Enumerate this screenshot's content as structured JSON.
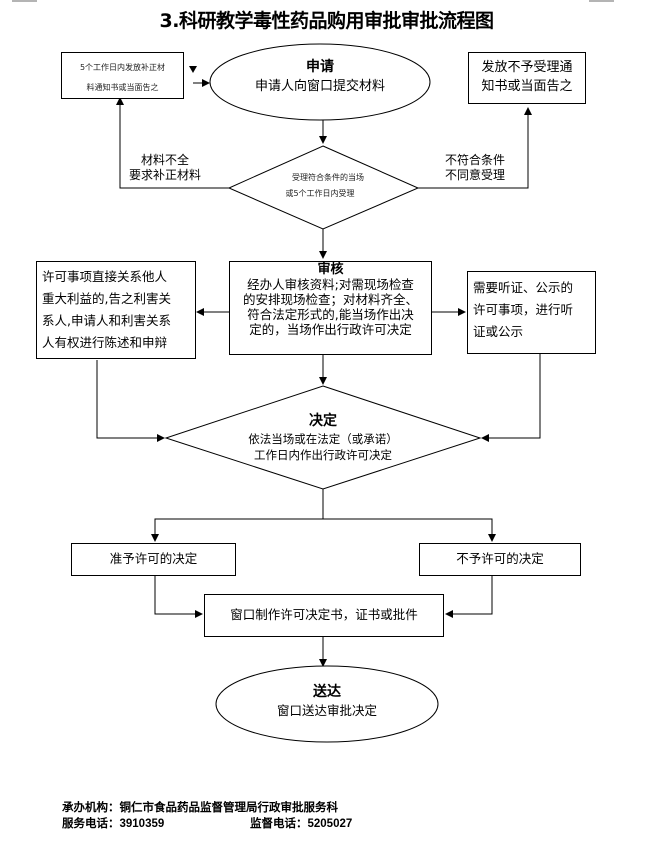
{
  "title": "3.科研教学毒性药品购用审批审批流程图",
  "nodes": {
    "apply": {
      "head": "申请",
      "body": "申请人向窗口提交材料"
    },
    "supplement_notice": {
      "lines": [
        "5个工作日内发放补正材",
        "料通知书或当面告之"
      ]
    },
    "reject_notice": {
      "lines": [
        "发放不予受理通",
        "知书或当面告之"
      ]
    },
    "accept_decision": {
      "lines": [
        "受理符合条件的当场",
        "或5个工作日内受理"
      ]
    },
    "review": {
      "head": "审核",
      "lines": [
        "经办人审核资料;对需现场检查",
        "的安排现场检查；对材料齐全、",
        "符合法定形式的,能当场作出决",
        "定的，当场作出行政许可决定"
      ]
    },
    "interest_notice": {
      "lines": [
        "许可事项直接关系他人",
        "重大利益的,告之利害关",
        "系人,申请人和利害关系",
        "人有权进行陈述和申辩"
      ]
    },
    "hearing": {
      "lines": [
        "需要听证、公示的",
        "许可事项，进行听",
        "证或公示"
      ]
    },
    "decision": {
      "head": "决定",
      "lines": [
        "依法当场或在法定（或承诺）",
        "工作日内作出行政许可决定"
      ]
    },
    "grant": {
      "label": "准予许可的决定"
    },
    "deny": {
      "label": "不予许可的决定"
    },
    "produce": {
      "label": "窗口制作许可决定书，证书或批件"
    },
    "deliver": {
      "head": "送达",
      "body": "窗口送达审批决定"
    }
  },
  "edge_labels": {
    "incomplete": [
      "材料不全",
      "要求补正材料"
    ],
    "not_qualified": [
      "不符合条件",
      "不同意受理"
    ]
  },
  "footer": {
    "agency_label": "承办机构：",
    "agency": "铜仁市食品药品监督管理局行政审批服务科",
    "service_phone_label": "服务电话：",
    "service_phone": "3910359",
    "supervise_phone_label": "监督电话：",
    "supervise_phone": "5205027"
  }
}
